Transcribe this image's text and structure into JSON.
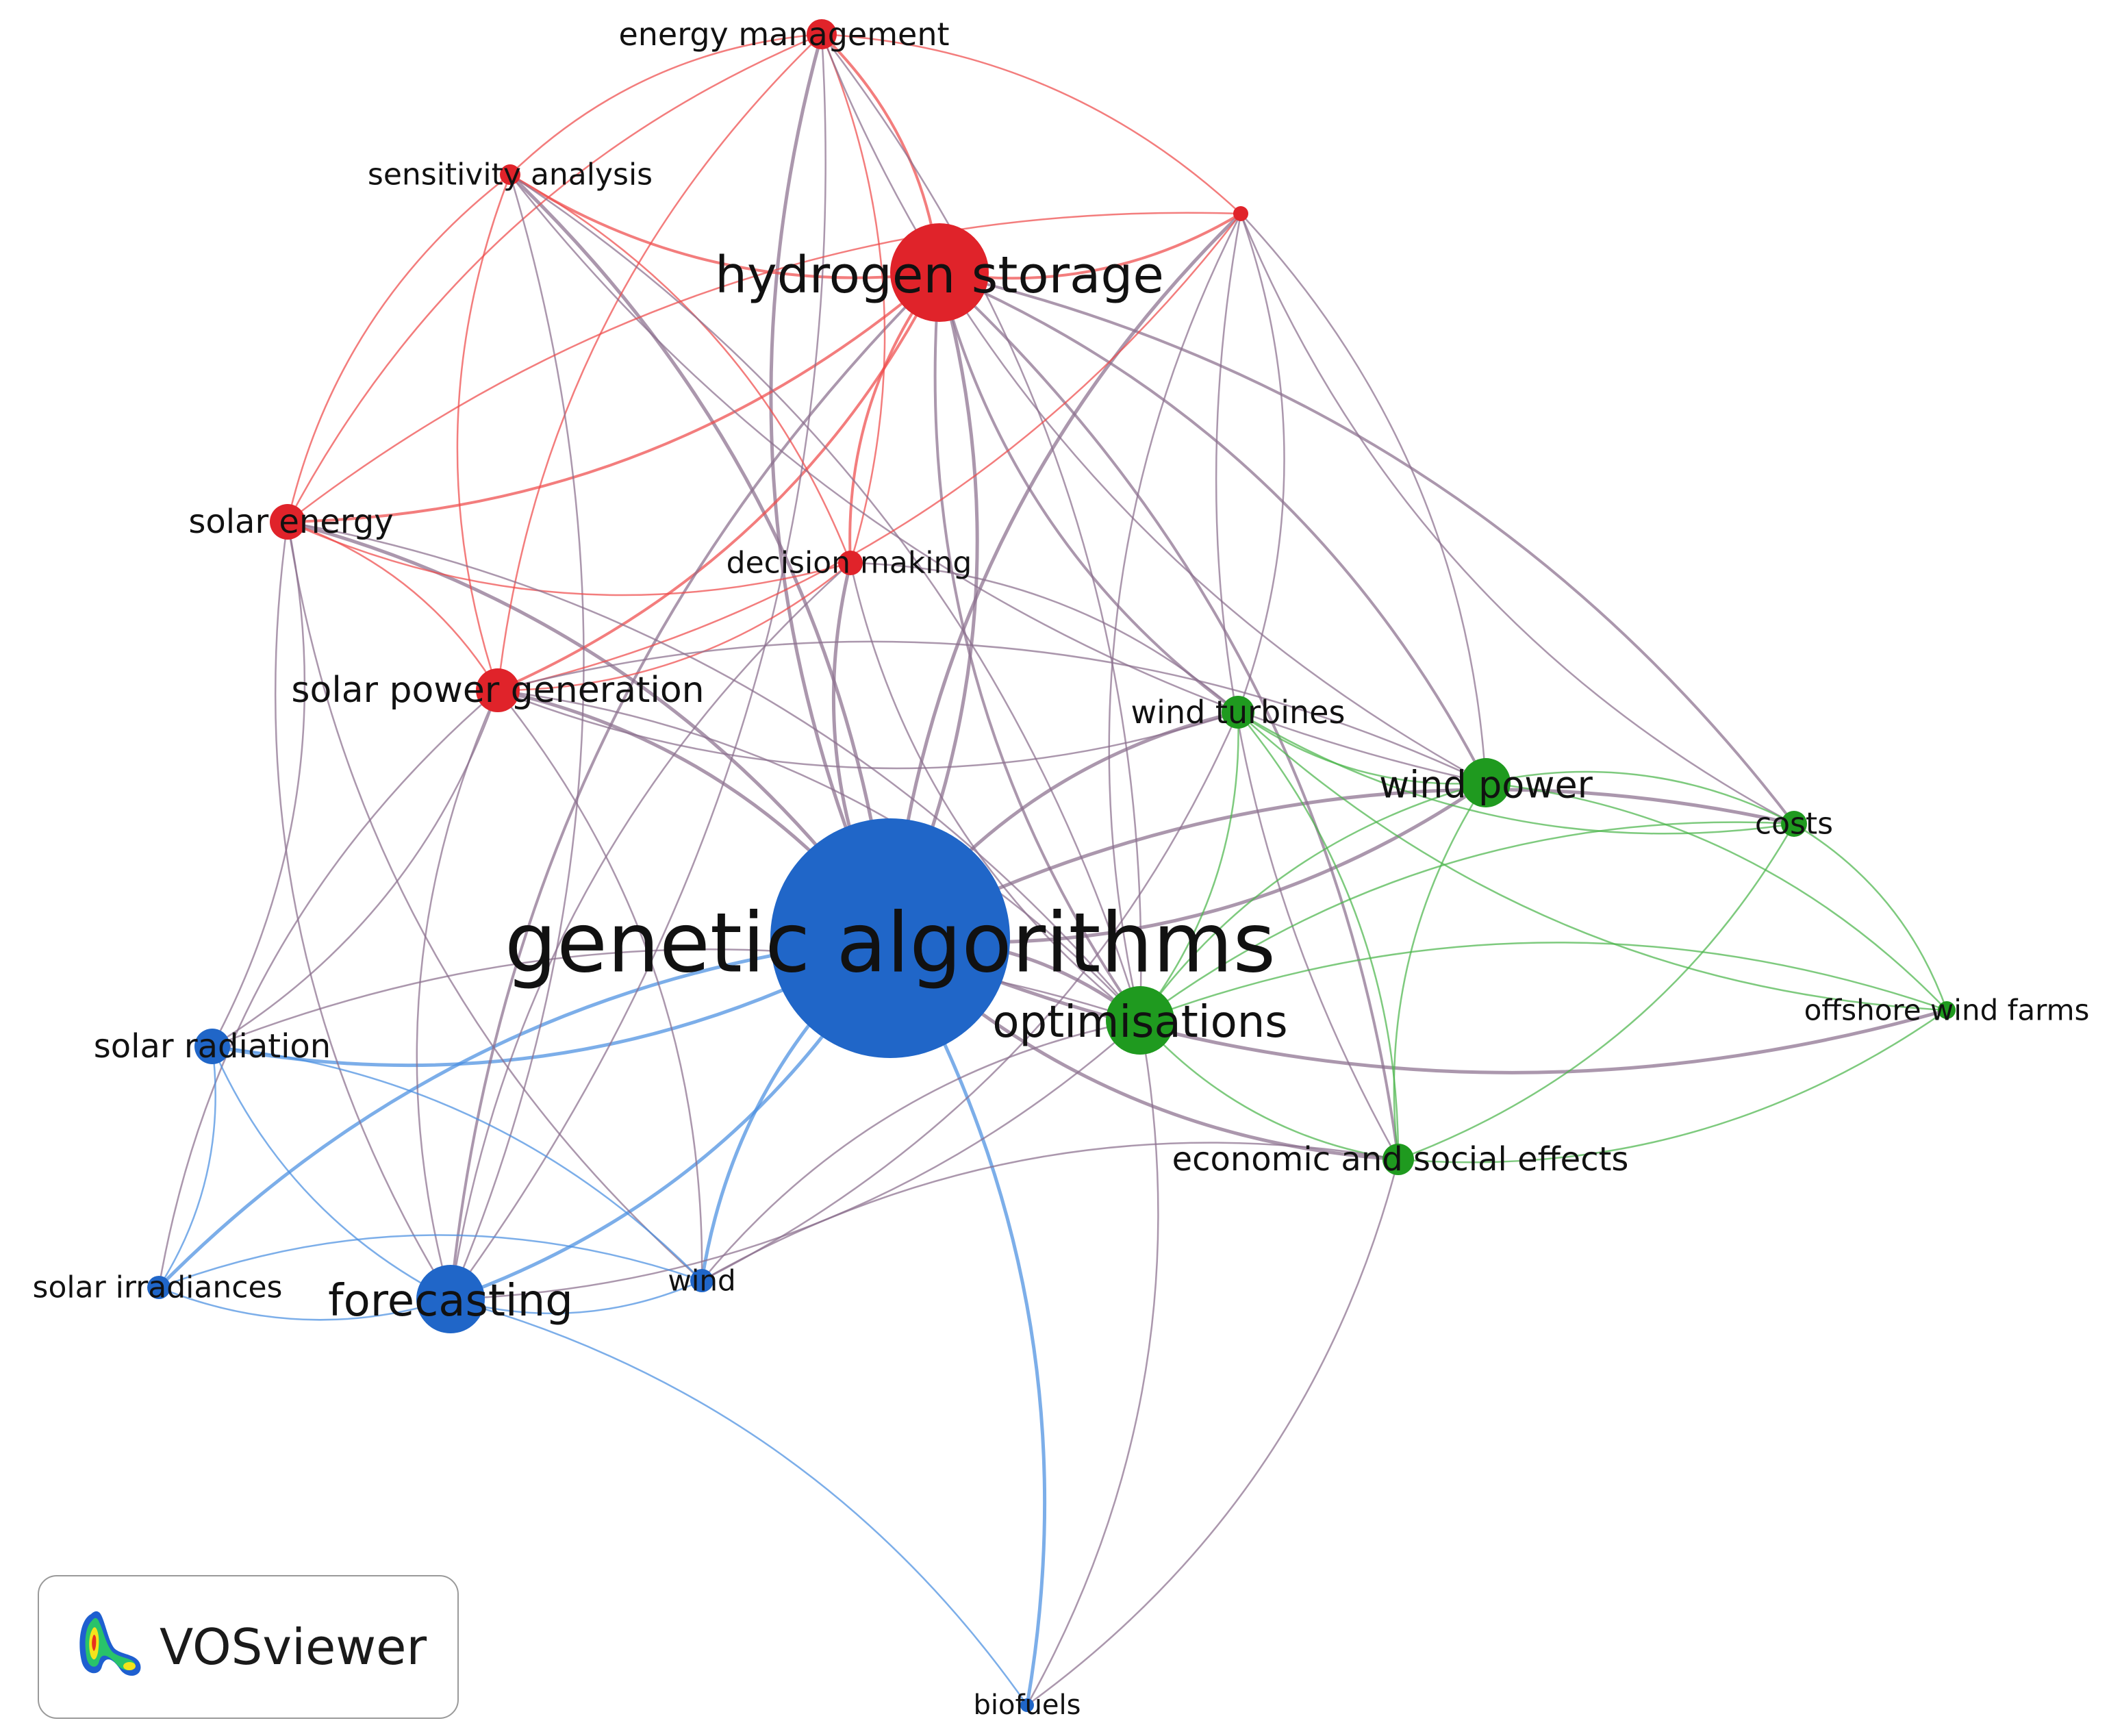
{
  "diagram": {
    "cluster_colors": {
      "red": "#e0232a",
      "green": "#1f9a1f",
      "blue": "#2066c8"
    },
    "edge_colors": {
      "red": "#ee4b4b",
      "green": "#4cb54c",
      "blue": "#4a8fe0",
      "mixed": "#8a6f8e"
    },
    "nodes": [
      {
        "id": "genetic-algorithms",
        "label": "genetic algorithms",
        "cluster": "blue"
      },
      {
        "id": "hydrogen-storage",
        "label": "hydrogen storage",
        "cluster": "red"
      },
      {
        "id": "energy-management",
        "label": "energy management",
        "cluster": "red"
      },
      {
        "id": "sensitivity-analysis",
        "label": "sensitivity analysis",
        "cluster": "red"
      },
      {
        "id": "unlabeled-red",
        "label": "",
        "cluster": "red"
      },
      {
        "id": "solar-energy",
        "label": "solar energy",
        "cluster": "red"
      },
      {
        "id": "decision-making",
        "label": "decision making",
        "cluster": "red"
      },
      {
        "id": "solar-power-generation",
        "label": "solar power generation",
        "cluster": "red"
      },
      {
        "id": "wind-turbines",
        "label": "wind turbines",
        "cluster": "green"
      },
      {
        "id": "wind-power",
        "label": "wind power",
        "cluster": "green"
      },
      {
        "id": "costs",
        "label": "costs",
        "cluster": "green"
      },
      {
        "id": "offshore-wind-farms",
        "label": "offshore wind farms",
        "cluster": "green"
      },
      {
        "id": "optimisations",
        "label": "optimisations",
        "cluster": "green"
      },
      {
        "id": "economic-and-social-effects",
        "label": "economic and social effects",
        "cluster": "green"
      },
      {
        "id": "solar-radiation",
        "label": "solar radiation",
        "cluster": "blue"
      },
      {
        "id": "solar-irradiances",
        "label": "solar irradiances",
        "cluster": "blue"
      },
      {
        "id": "forecasting",
        "label": "forecasting",
        "cluster": "blue"
      },
      {
        "id": "wind",
        "label": "wind",
        "cluster": "blue"
      },
      {
        "id": "biofuels",
        "label": "biofuels",
        "cluster": "blue"
      }
    ],
    "edges": [
      [
        "genetic-algorithms",
        "hydrogen-storage"
      ],
      [
        "genetic-algorithms",
        "energy-management"
      ],
      [
        "genetic-algorithms",
        "sensitivity-analysis"
      ],
      [
        "genetic-algorithms",
        "unlabeled-red"
      ],
      [
        "genetic-algorithms",
        "solar-energy"
      ],
      [
        "genetic-algorithms",
        "decision-making"
      ],
      [
        "genetic-algorithms",
        "solar-power-generation"
      ],
      [
        "genetic-algorithms",
        "wind-turbines"
      ],
      [
        "genetic-algorithms",
        "wind-power"
      ],
      [
        "genetic-algorithms",
        "costs"
      ],
      [
        "genetic-algorithms",
        "offshore-wind-farms"
      ],
      [
        "genetic-algorithms",
        "optimisations"
      ],
      [
        "genetic-algorithms",
        "economic-and-social-effects"
      ],
      [
        "genetic-algorithms",
        "solar-radiation"
      ],
      [
        "genetic-algorithms",
        "solar-irradiances"
      ],
      [
        "genetic-algorithms",
        "forecasting"
      ],
      [
        "genetic-algorithms",
        "wind"
      ],
      [
        "genetic-algorithms",
        "biofuels"
      ],
      [
        "hydrogen-storage",
        "energy-management"
      ],
      [
        "hydrogen-storage",
        "sensitivity-analysis"
      ],
      [
        "hydrogen-storage",
        "unlabeled-red"
      ],
      [
        "hydrogen-storage",
        "solar-energy"
      ],
      [
        "hydrogen-storage",
        "decision-making"
      ],
      [
        "hydrogen-storage",
        "solar-power-generation"
      ],
      [
        "hydrogen-storage",
        "wind-turbines"
      ],
      [
        "hydrogen-storage",
        "wind-power"
      ],
      [
        "hydrogen-storage",
        "optimisations"
      ],
      [
        "hydrogen-storage",
        "economic-and-social-effects"
      ],
      [
        "hydrogen-storage",
        "forecasting"
      ],
      [
        "hydrogen-storage",
        "costs"
      ],
      [
        "energy-management",
        "sensitivity-analysis"
      ],
      [
        "energy-management",
        "unlabeled-red"
      ],
      [
        "energy-management",
        "solar-energy"
      ],
      [
        "energy-management",
        "decision-making"
      ],
      [
        "energy-management",
        "solar-power-generation"
      ],
      [
        "energy-management",
        "optimisations"
      ],
      [
        "energy-management",
        "wind-power"
      ],
      [
        "energy-management",
        "forecasting"
      ],
      [
        "sensitivity-analysis",
        "solar-energy"
      ],
      [
        "sensitivity-analysis",
        "decision-making"
      ],
      [
        "sensitivity-analysis",
        "solar-power-generation"
      ],
      [
        "sensitivity-analysis",
        "optimisations"
      ],
      [
        "sensitivity-analysis",
        "wind-power"
      ],
      [
        "sensitivity-analysis",
        "forecasting"
      ],
      [
        "unlabeled-red",
        "solar-energy"
      ],
      [
        "unlabeled-red",
        "solar-power-generation"
      ],
      [
        "unlabeled-red",
        "optimisations"
      ],
      [
        "unlabeled-red",
        "wind-power"
      ],
      [
        "unlabeled-red",
        "costs"
      ],
      [
        "unlabeled-red",
        "wind-turbines"
      ],
      [
        "unlabeled-red",
        "economic-and-social-effects"
      ],
      [
        "solar-energy",
        "solar-power-generation"
      ],
      [
        "solar-energy",
        "decision-making"
      ],
      [
        "solar-energy",
        "optimisations"
      ],
      [
        "solar-energy",
        "forecasting"
      ],
      [
        "solar-energy",
        "solar-radiation"
      ],
      [
        "solar-energy",
        "wind"
      ],
      [
        "decision-making",
        "solar-power-generation"
      ],
      [
        "decision-making",
        "optimisations"
      ],
      [
        "decision-making",
        "wind-turbines"
      ],
      [
        "decision-making",
        "forecasting"
      ],
      [
        "solar-power-generation",
        "optimisations"
      ],
      [
        "solar-power-generation",
        "forecasting"
      ],
      [
        "solar-power-generation",
        "solar-radiation"
      ],
      [
        "solar-power-generation",
        "solar-irradiances"
      ],
      [
        "solar-power-generation",
        "wind"
      ],
      [
        "solar-power-generation",
        "wind-turbines"
      ],
      [
        "solar-power-generation",
        "wind-power"
      ],
      [
        "wind-turbines",
        "wind-power"
      ],
      [
        "wind-turbines",
        "optimisations"
      ],
      [
        "wind-turbines",
        "costs"
      ],
      [
        "wind-turbines",
        "economic-and-social-effects"
      ],
      [
        "wind-turbines",
        "offshore-wind-farms"
      ],
      [
        "wind-power",
        "costs"
      ],
      [
        "wind-power",
        "optimisations"
      ],
      [
        "wind-power",
        "offshore-wind-farms"
      ],
      [
        "wind-power",
        "economic-and-social-effects"
      ],
      [
        "costs",
        "offshore-wind-farms"
      ],
      [
        "costs",
        "optimisations"
      ],
      [
        "costs",
        "economic-and-social-effects"
      ],
      [
        "offshore-wind-farms",
        "optimisations"
      ],
      [
        "offshore-wind-farms",
        "economic-and-social-effects"
      ],
      [
        "optimisations",
        "economic-and-social-effects"
      ],
      [
        "optimisations",
        "forecasting"
      ],
      [
        "optimisations",
        "solar-radiation"
      ],
      [
        "optimisations",
        "biofuels"
      ],
      [
        "optimisations",
        "wind"
      ],
      [
        "economic-and-social-effects",
        "biofuels"
      ],
      [
        "economic-and-social-effects",
        "wind"
      ],
      [
        "solar-radiation",
        "solar-irradiances"
      ],
      [
        "solar-radiation",
        "forecasting"
      ],
      [
        "solar-radiation",
        "wind"
      ],
      [
        "solar-irradiances",
        "forecasting"
      ],
      [
        "solar-irradiances",
        "wind"
      ],
      [
        "forecasting",
        "wind"
      ],
      [
        "forecasting",
        "biofuels"
      ],
      [
        "wind",
        "wind-turbines"
      ]
    ]
  },
  "badge": {
    "label": "VOSviewer"
  }
}
